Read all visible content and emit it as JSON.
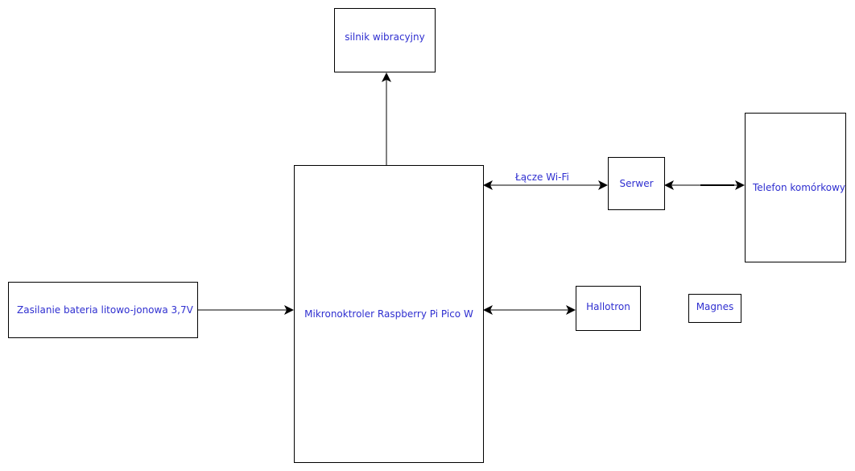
{
  "diagram": {
    "nodes": {
      "vibration_motor": {
        "label": "silnik wibracyjny"
      },
      "microcontroller": {
        "label": "Mikronoktroler Raspberry Pi Pico W"
      },
      "power_supply": {
        "label": "Zasilanie bateria litowo-jonowa 3,7V"
      },
      "server": {
        "label": "Serwer"
      },
      "phone": {
        "label": "Telefon komórkowy"
      },
      "hall_sensor": {
        "label": "Hallotron"
      },
      "magnet": {
        "label": "Magnes"
      }
    },
    "edges": {
      "wifi": {
        "label": "Łącze Wi-Fi"
      }
    },
    "colors": {
      "text": "#2f2fd0",
      "stroke": "#000000",
      "background": "#ffffff"
    }
  }
}
